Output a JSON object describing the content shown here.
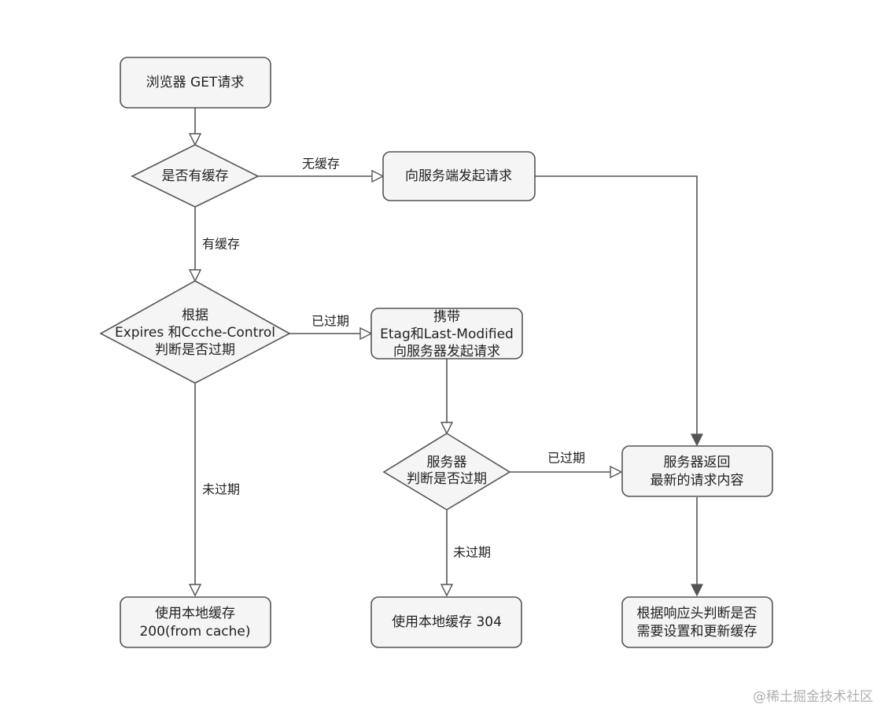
{
  "nodes": {
    "browser_request": [
      "浏览器 GET请求"
    ],
    "has_cache": [
      "是否有缓存"
    ],
    "send_request": [
      "向服务端发起请求"
    ],
    "check_expires": [
      "根据",
      "Expires 和Ccche-Control",
      "判断是否过期"
    ],
    "etag_request": [
      "携带",
      "Etag和Last-Modified",
      "向服务器发起请求"
    ],
    "server_check": [
      "服务器",
      "判断是否过期"
    ],
    "server_return": [
      "服务器返回",
      "最新的请求内容"
    ],
    "local_cache_200": [
      "使用本地缓存",
      "200(from cache)"
    ],
    "local_cache_304": [
      "使用本地缓存 304"
    ],
    "update_cache": [
      "根据响应头判断是否",
      "需要设置和更新缓存"
    ]
  },
  "edges": {
    "no_cache": "无缓存",
    "has_cache": "有缓存",
    "expired_1": "已过期",
    "not_expired_1": "未过期",
    "expired_2": "已过期",
    "not_expired_2": "未过期"
  },
  "watermark": "@稀土掘金技术社区"
}
